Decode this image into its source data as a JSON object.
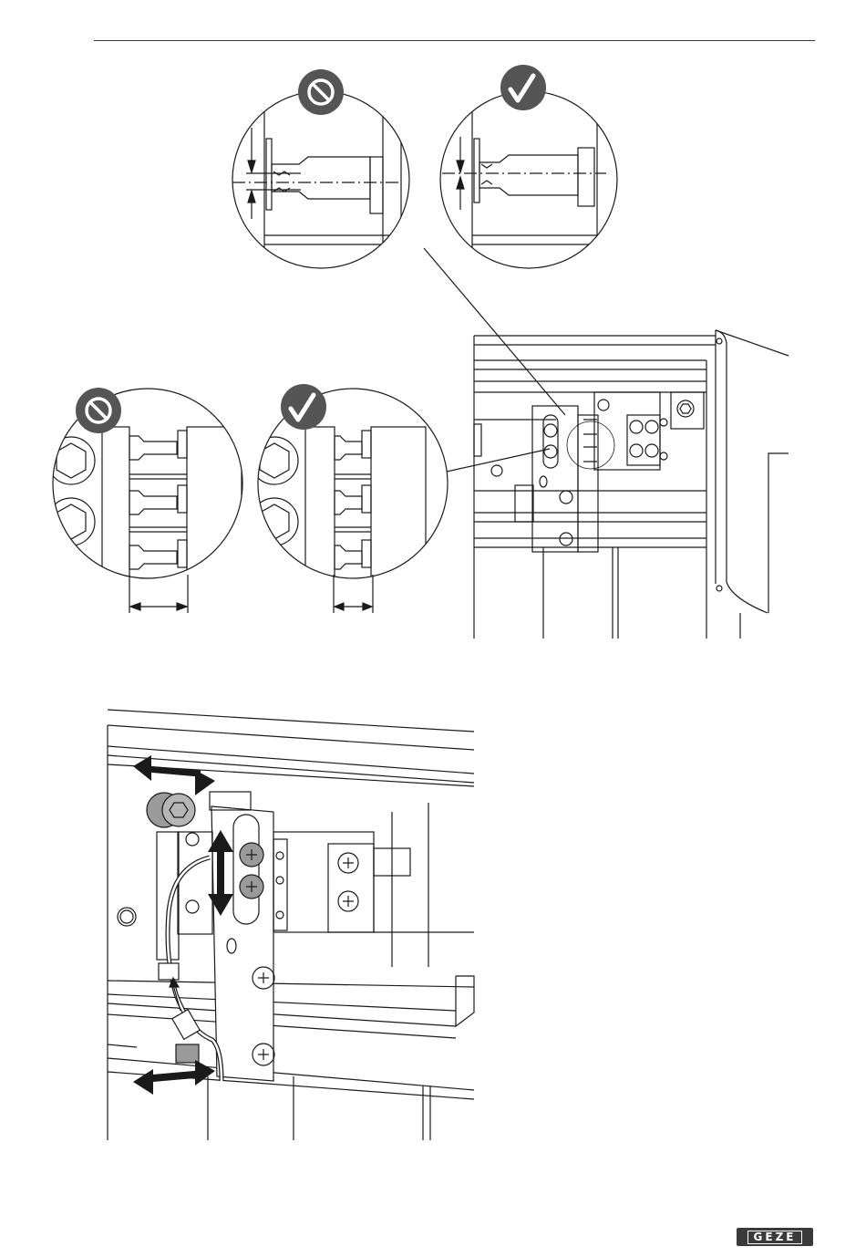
{
  "header": {
    "rule": true
  },
  "figures": [
    {
      "name": "gap-check-detail-views",
      "badges": [
        "not-allowed-icon",
        "check-icon",
        "not-allowed-icon",
        "check-icon"
      ]
    },
    {
      "name": "adjustment-detail-view",
      "arrows": [
        "horizontal-top",
        "vertical",
        "horizontal-bottom"
      ]
    }
  ],
  "footer": {
    "logo_text": "GEZE"
  },
  "colors": {
    "ink": "#1a1a1a",
    "badge": "#555555",
    "part_grey": "#9a9a9a",
    "paper": "#ffffff"
  }
}
